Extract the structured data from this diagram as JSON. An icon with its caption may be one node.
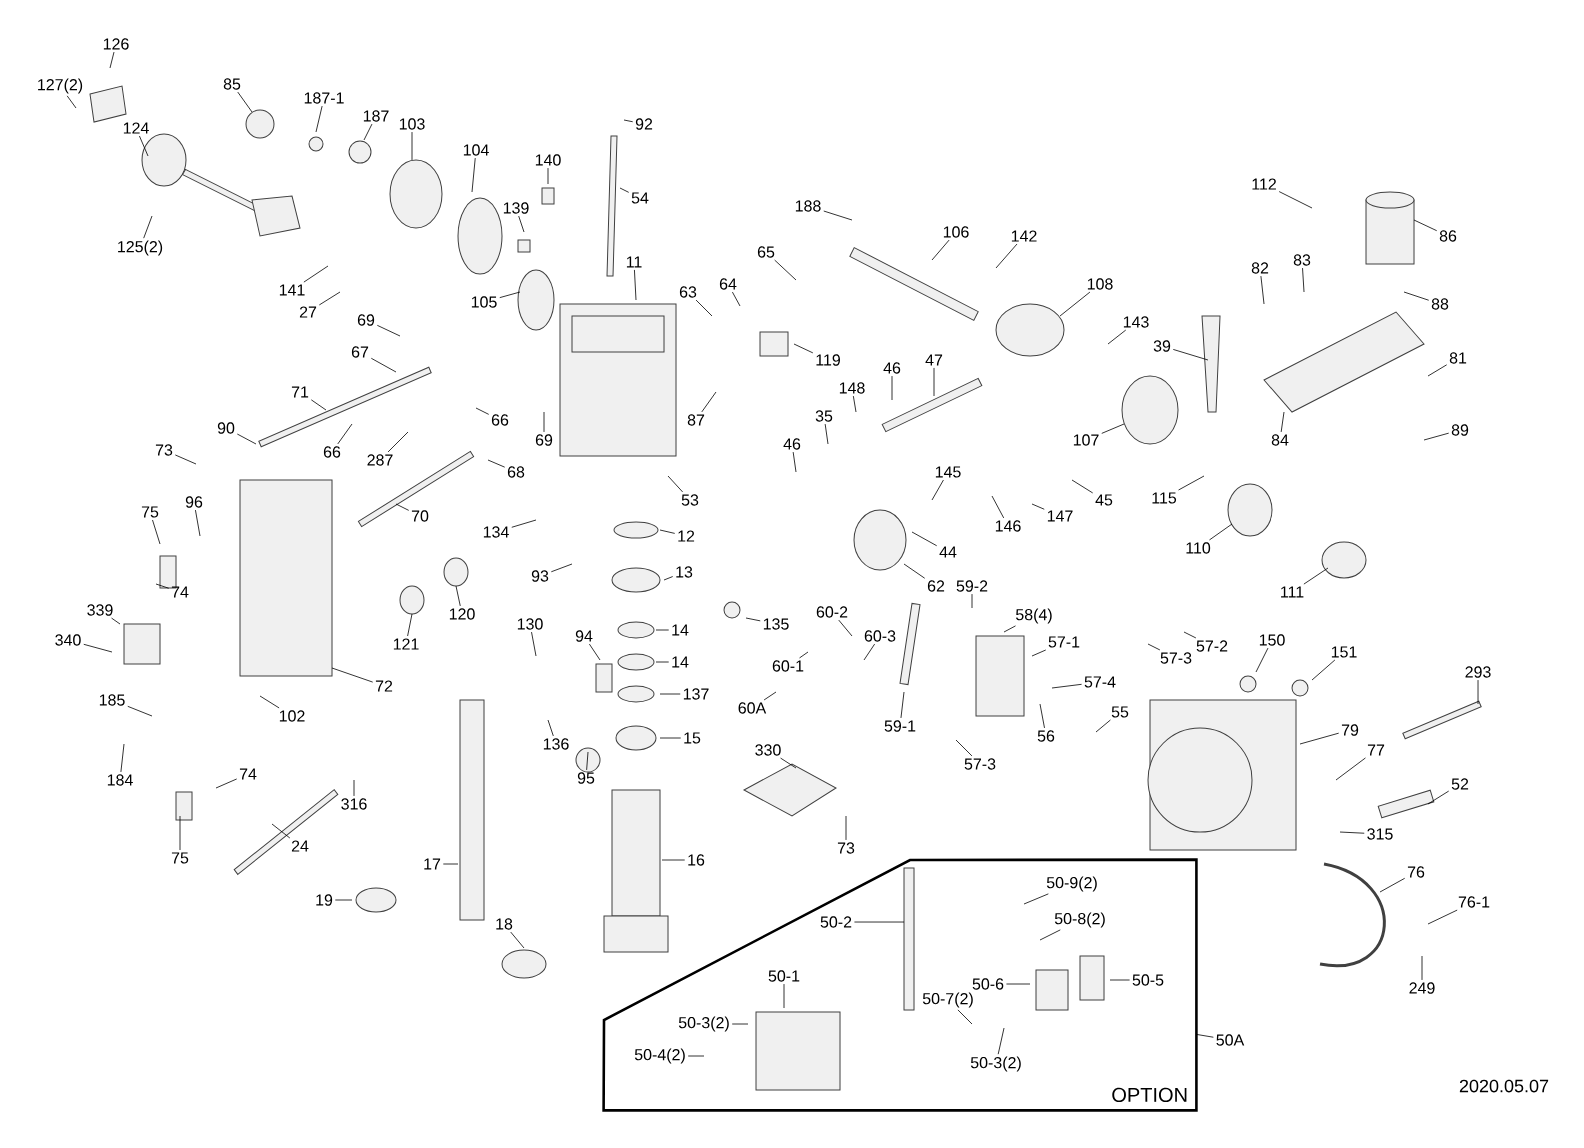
{
  "diagram": {
    "nodes": [
      {
        "text": [
          "126"
        ]
      },
      {
        "text": [
          "127(2)"
        ]
      },
      {
        "text": [
          "124"
        ]
      },
      {
        "text": [
          "125(2)"
        ]
      },
      {
        "text": [
          "85"
        ]
      },
      {
        "text": [
          "187-1"
        ]
      },
      {
        "text": [
          "187"
        ]
      },
      {
        "text": [
          "103"
        ]
      },
      {
        "text": [
          "104"
        ]
      },
      {
        "text": [
          "140"
        ]
      },
      {
        "text": [
          "139"
        ]
      },
      {
        "text": [
          "92"
        ]
      },
      {
        "text": [
          "54"
        ]
      },
      {
        "text": [
          "105"
        ]
      },
      {
        "text": [
          "141"
        ]
      },
      {
        "text": [
          "27"
        ]
      },
      {
        "text": [
          "11"
        ]
      },
      {
        "text": [
          "65"
        ]
      },
      {
        "text": [
          "63"
        ]
      },
      {
        "text": [
          "64"
        ]
      },
      {
        "text": [
          "188"
        ]
      },
      {
        "text": [
          "106"
        ]
      },
      {
        "text": [
          "142"
        ]
      },
      {
        "text": [
          "108"
        ]
      },
      {
        "text": [
          "143"
        ]
      },
      {
        "text": [
          "112"
        ]
      },
      {
        "text": [
          "86"
        ]
      },
      {
        "text": [
          "82"
        ]
      },
      {
        "text": [
          "83"
        ]
      },
      {
        "text": [
          "88"
        ]
      },
      {
        "text": [
          "39"
        ]
      },
      {
        "text": [
          "81"
        ]
      },
      {
        "text": [
          "84"
        ]
      },
      {
        "text": [
          "89"
        ]
      },
      {
        "text": [
          "119"
        ]
      },
      {
        "text": [
          "87"
        ]
      },
      {
        "text": [
          "46"
        ]
      },
      {
        "text": [
          "148"
        ]
      },
      {
        "text": [
          "47"
        ]
      },
      {
        "text": [
          "35"
        ]
      },
      {
        "text": [
          "46"
        ]
      },
      {
        "text": [
          "69"
        ]
      },
      {
        "text": [
          "67"
        ]
      },
      {
        "text": [
          "71"
        ]
      },
      {
        "text": [
          "66"
        ]
      },
      {
        "text": [
          "287"
        ]
      },
      {
        "text": [
          "66"
        ]
      },
      {
        "text": [
          "69"
        ]
      },
      {
        "text": [
          "68"
        ]
      },
      {
        "text": [
          "90"
        ]
      },
      {
        "text": [
          "73"
        ]
      },
      {
        "text": [
          "70"
        ]
      },
      {
        "text": [
          "134"
        ]
      },
      {
        "text": [
          "93"
        ]
      },
      {
        "text": [
          "53"
        ]
      },
      {
        "text": [
          "12"
        ]
      },
      {
        "text": [
          "13"
        ]
      },
      {
        "text": [
          "135"
        ]
      },
      {
        "text": [
          "14"
        ]
      },
      {
        "text": [
          "14"
        ]
      },
      {
        "text": [
          "137"
        ]
      },
      {
        "text": [
          "15"
        ]
      },
      {
        "text": [
          "16"
        ]
      },
      {
        "text": [
          "94"
        ]
      },
      {
        "text": [
          "130"
        ]
      },
      {
        "text": [
          "136"
        ]
      },
      {
        "text": [
          "95"
        ]
      },
      {
        "text": [
          "17"
        ]
      },
      {
        "text": [
          "18"
        ]
      },
      {
        "text": [
          "19"
        ]
      },
      {
        "text": [
          "96"
        ]
      },
      {
        "text": [
          "75"
        ]
      },
      {
        "text": [
          "74"
        ]
      },
      {
        "text": [
          "339"
        ]
      },
      {
        "text": [
          "340"
        ]
      },
      {
        "text": [
          "72"
        ]
      },
      {
        "text": [
          "102"
        ]
      },
      {
        "text": [
          "185"
        ]
      },
      {
        "text": [
          "184"
        ]
      },
      {
        "text": [
          "74"
        ]
      },
      {
        "text": [
          "75"
        ]
      },
      {
        "text": [
          "24"
        ]
      },
      {
        "text": [
          "316"
        ]
      },
      {
        "text": [
          "121"
        ]
      },
      {
        "text": [
          "120"
        ]
      },
      {
        "text": [
          "107"
        ]
      },
      {
        "text": [
          "45"
        ]
      },
      {
        "text": [
          "147"
        ]
      },
      {
        "text": [
          "115"
        ]
      },
      {
        "text": [
          "110"
        ]
      },
      {
        "text": [
          "111"
        ]
      },
      {
        "text": [
          "145"
        ]
      },
      {
        "text": [
          "146"
        ]
      },
      {
        "text": [
          "44"
        ]
      },
      {
        "text": [
          "62"
        ]
      },
      {
        "text": [
          "59-2"
        ]
      },
      {
        "text": [
          "58(4)"
        ]
      },
      {
        "text": [
          "57-1"
        ]
      },
      {
        "text": [
          "57-2"
        ]
      },
      {
        "text": [
          "57-3"
        ]
      },
      {
        "text": [
          "57-4"
        ]
      },
      {
        "text": [
          "55"
        ]
      },
      {
        "text": [
          "56"
        ]
      },
      {
        "text": [
          "57-3"
        ]
      },
      {
        "text": [
          "59-1"
        ]
      },
      {
        "text": [
          "60-2"
        ]
      },
      {
        "text": [
          "60-3"
        ]
      },
      {
        "text": [
          "60-1"
        ]
      },
      {
        "text": [
          "60A"
        ]
      },
      {
        "text": [
          "330"
        ]
      },
      {
        "text": [
          "73"
        ]
      },
      {
        "text": [
          "150"
        ]
      },
      {
        "text": [
          "151"
        ]
      },
      {
        "text": [
          "293"
        ]
      },
      {
        "text": [
          "79"
        ]
      },
      {
        "text": [
          "77"
        ]
      },
      {
        "text": [
          "52"
        ]
      },
      {
        "text": [
          "315"
        ]
      },
      {
        "text": [
          "76"
        ]
      },
      {
        "text": [
          "76-1"
        ]
      },
      {
        "text": [
          "249"
        ]
      },
      {
        "text": [
          "OPTION"
        ]
      },
      {
        "text": [
          "50-2"
        ],
        "in": 121
      },
      {
        "text": [
          "50-9(2)"
        ],
        "in": 121
      },
      {
        "text": [
          "50-8(2)"
        ],
        "in": 121
      },
      {
        "text": [
          "50-5"
        ],
        "in": 121
      },
      {
        "text": [
          "50-6"
        ],
        "in": 121
      },
      {
        "text": [
          "50-7(2)"
        ],
        "in": 121
      },
      {
        "text": [
          "50-3(2)"
        ],
        "in": 121
      },
      {
        "text": [
          "50-1"
        ],
        "in": 121
      },
      {
        "text": [
          "50-3(2)"
        ],
        "in": 121
      },
      {
        "text": [
          "50-4(2)"
        ],
        "in": 121
      },
      {
        "text": [
          "50A"
        ]
      }
    ],
    "edges": [
      {
        "from": 0,
        "to": null,
        "arrow": "none"
      },
      {
        "from": 1,
        "to": null,
        "arrow": "none"
      },
      {
        "from": 2,
        "to": null,
        "arrow": "none"
      },
      {
        "from": 3,
        "to": null,
        "arrow": "none"
      },
      {
        "from": 4,
        "to": null,
        "arrow": "none"
      },
      {
        "from": 5,
        "to": null,
        "arrow": "none"
      },
      {
        "from": 6,
        "to": null,
        "arrow": "none"
      },
      {
        "from": 7,
        "to": null,
        "arrow": "none"
      },
      {
        "from": 8,
        "to": null,
        "arrow": "none"
      },
      {
        "from": 9,
        "to": null,
        "arrow": "none"
      },
      {
        "from": 10,
        "to": null,
        "arrow": "none"
      },
      {
        "from": 11,
        "to": null,
        "arrow": "none"
      },
      {
        "from": 12,
        "to": null,
        "arrow": "none"
      },
      {
        "from": 13,
        "to": null,
        "arrow": "none"
      },
      {
        "from": 14,
        "to": null,
        "arrow": "none"
      },
      {
        "from": 15,
        "to": null,
        "arrow": "none"
      },
      {
        "from": 16,
        "to": null,
        "arrow": "none"
      },
      {
        "from": 17,
        "to": null,
        "arrow": "none"
      },
      {
        "from": 18,
        "to": null,
        "arrow": "none"
      },
      {
        "from": 19,
        "to": null,
        "arrow": "none"
      },
      {
        "from": 20,
        "to": null,
        "arrow": "none"
      },
      {
        "from": 21,
        "to": null,
        "arrow": "none"
      },
      {
        "from": 22,
        "to": null,
        "arrow": "none"
      },
      {
        "from": 23,
        "to": null,
        "arrow": "none"
      },
      {
        "from": 24,
        "to": null,
        "arrow": "none"
      },
      {
        "from": 25,
        "to": null,
        "arrow": "none"
      },
      {
        "from": 26,
        "to": null,
        "arrow": "none"
      },
      {
        "from": 27,
        "to": null,
        "arrow": "none"
      },
      {
        "from": 28,
        "to": null,
        "arrow": "none"
      },
      {
        "from": 29,
        "to": null,
        "arrow": "none"
      },
      {
        "from": 30,
        "to": null,
        "arrow": "none"
      },
      {
        "from": 31,
        "to": null,
        "arrow": "none"
      },
      {
        "from": 32,
        "to": null,
        "arrow": "none"
      },
      {
        "from": 33,
        "to": null,
        "arrow": "none"
      },
      {
        "from": 34,
        "to": null,
        "arrow": "none"
      },
      {
        "from": 35,
        "to": null,
        "arrow": "none"
      },
      {
        "from": 36,
        "to": null,
        "arrow": "none"
      },
      {
        "from": 37,
        "to": null,
        "arrow": "none"
      },
      {
        "from": 38,
        "to": null,
        "arrow": "none"
      },
      {
        "from": 39,
        "to": null,
        "arrow": "none"
      },
      {
        "from": 40,
        "to": null,
        "arrow": "none"
      },
      {
        "from": 41,
        "to": null,
        "arrow": "none"
      },
      {
        "from": 42,
        "to": null,
        "arrow": "none"
      },
      {
        "from": 43,
        "to": null,
        "arrow": "none"
      },
      {
        "from": 44,
        "to": null,
        "arrow": "none"
      },
      {
        "from": 45,
        "to": null,
        "arrow": "none"
      },
      {
        "from": 46,
        "to": null,
        "arrow": "none"
      },
      {
        "from": 47,
        "to": null,
        "arrow": "none"
      },
      {
        "from": 48,
        "to": null,
        "arrow": "none"
      },
      {
        "from": 49,
        "to": null,
        "arrow": "none"
      },
      {
        "from": 50,
        "to": null,
        "arrow": "none"
      },
      {
        "from": 51,
        "to": null,
        "arrow": "none"
      },
      {
        "from": 52,
        "to": null,
        "arrow": "none"
      },
      {
        "from": 53,
        "to": null,
        "arrow": "none"
      },
      {
        "from": 54,
        "to": null,
        "arrow": "none"
      },
      {
        "from": 55,
        "to": null,
        "arrow": "none"
      },
      {
        "from": 56,
        "to": null,
        "arrow": "none"
      },
      {
        "from": 57,
        "to": null,
        "arrow": "none"
      },
      {
        "from": 58,
        "to": null,
        "arrow": "none"
      },
      {
        "from": 59,
        "to": null,
        "arrow": "none"
      },
      {
        "from": 60,
        "to": null,
        "arrow": "none"
      },
      {
        "from": 61,
        "to": null,
        "arrow": "none"
      },
      {
        "from": 62,
        "to": null,
        "arrow": "none"
      },
      {
        "from": 63,
        "to": null,
        "arrow": "none"
      },
      {
        "from": 64,
        "to": null,
        "arrow": "none"
      },
      {
        "from": 65,
        "to": null,
        "arrow": "none"
      },
      {
        "from": 66,
        "to": null,
        "arrow": "none"
      },
      {
        "from": 67,
        "to": null,
        "arrow": "none"
      },
      {
        "from": 68,
        "to": null,
        "arrow": "none"
      },
      {
        "from": 69,
        "to": null,
        "arrow": "none"
      },
      {
        "from": 70,
        "to": null,
        "arrow": "none"
      },
      {
        "from": 71,
        "to": null,
        "arrow": "none"
      },
      {
        "from": 72,
        "to": null,
        "arrow": "none"
      },
      {
        "from": 73,
        "to": null,
        "arrow": "none"
      },
      {
        "from": 74,
        "to": null,
        "arrow": "none"
      },
      {
        "from": 75,
        "to": null,
        "arrow": "none"
      },
      {
        "from": 76,
        "to": null,
        "arrow": "none"
      },
      {
        "from": 77,
        "to": null,
        "arrow": "none"
      },
      {
        "from": 78,
        "to": null,
        "arrow": "none"
      },
      {
        "from": 79,
        "to": null,
        "arrow": "none"
      },
      {
        "from": 80,
        "to": null,
        "arrow": "none"
      },
      {
        "from": 81,
        "to": null,
        "arrow": "none"
      },
      {
        "from": 82,
        "to": null,
        "arrow": "none"
      },
      {
        "from": 83,
        "to": null,
        "arrow": "none"
      },
      {
        "from": 84,
        "to": null,
        "arrow": "none"
      },
      {
        "from": 85,
        "to": null,
        "arrow": "none"
      },
      {
        "from": 86,
        "to": null,
        "arrow": "none"
      },
      {
        "from": 87,
        "to": null,
        "arrow": "none"
      },
      {
        "from": 88,
        "to": null,
        "arrow": "none"
      },
      {
        "from": 89,
        "to": null,
        "arrow": "none"
      },
      {
        "from": 90,
        "to": null,
        "arrow": "none"
      },
      {
        "from": 91,
        "to": null,
        "arrow": "none"
      },
      {
        "from": 92,
        "to": null,
        "arrow": "none"
      },
      {
        "from": 93,
        "to": null,
        "arrow": "none"
      },
      {
        "from": 94,
        "to": null,
        "arrow": "none"
      },
      {
        "from": 95,
        "to": null,
        "arrow": "none"
      },
      {
        "from": 96,
        "to": null,
        "arrow": "none"
      },
      {
        "from": 97,
        "to": null,
        "arrow": "none"
      },
      {
        "from": 98,
        "to": null,
        "arrow": "none"
      },
      {
        "from": 99,
        "to": null,
        "arrow": "none"
      },
      {
        "from": 100,
        "to": null,
        "arrow": "none"
      },
      {
        "from": 101,
        "to": null,
        "arrow": "none"
      },
      {
        "from": 102,
        "to": null,
        "arrow": "none"
      },
      {
        "from": 103,
        "to": null,
        "arrow": "none"
      },
      {
        "from": 104,
        "to": null,
        "arrow": "none"
      },
      {
        "from": 105,
        "to": null,
        "arrow": "none"
      },
      {
        "from": 106,
        "to": null,
        "arrow": "none"
      },
      {
        "from": 107,
        "to": null,
        "arrow": "none"
      },
      {
        "from": 108,
        "to": null,
        "arrow": "none"
      },
      {
        "from": 109,
        "to": null,
        "arrow": "none"
      },
      {
        "from": 110,
        "to": null,
        "arrow": "none"
      },
      {
        "from": 111,
        "to": null,
        "arrow": "none"
      },
      {
        "from": 112,
        "to": null,
        "arrow": "none"
      },
      {
        "from": 113,
        "to": null,
        "arrow": "none"
      },
      {
        "from": 114,
        "to": null,
        "arrow": "none"
      },
      {
        "from": 115,
        "to": null,
        "arrow": "none"
      },
      {
        "from": 116,
        "to": null,
        "arrow": "none"
      },
      {
        "from": 117,
        "to": null,
        "arrow": "none"
      },
      {
        "from": 118,
        "to": null,
        "arrow": "none"
      },
      {
        "from": 119,
        "to": null,
        "arrow": "none"
      },
      {
        "from": 120,
        "to": null,
        "arrow": "none"
      },
      {
        "from": 122,
        "to": null,
        "arrow": "none"
      },
      {
        "from": 123,
        "to": null,
        "arrow": "none"
      },
      {
        "from": 124,
        "to": null,
        "arrow": "none"
      },
      {
        "from": 125,
        "to": null,
        "arrow": "none"
      },
      {
        "from": 126,
        "to": null,
        "arrow": "none"
      },
      {
        "from": 127,
        "to": null,
        "arrow": "none"
      },
      {
        "from": 128,
        "to": null,
        "arrow": "none"
      },
      {
        "from": 129,
        "to": null,
        "arrow": "none"
      },
      {
        "from": 130,
        "to": null,
        "arrow": "none"
      },
      {
        "from": 131,
        "to": null,
        "arrow": "none"
      },
      {
        "from": 132,
        "to": 121,
        "arrow": "none"
      }
    ],
    "labels": [
      "2020.05.07"
    ]
  }
}
